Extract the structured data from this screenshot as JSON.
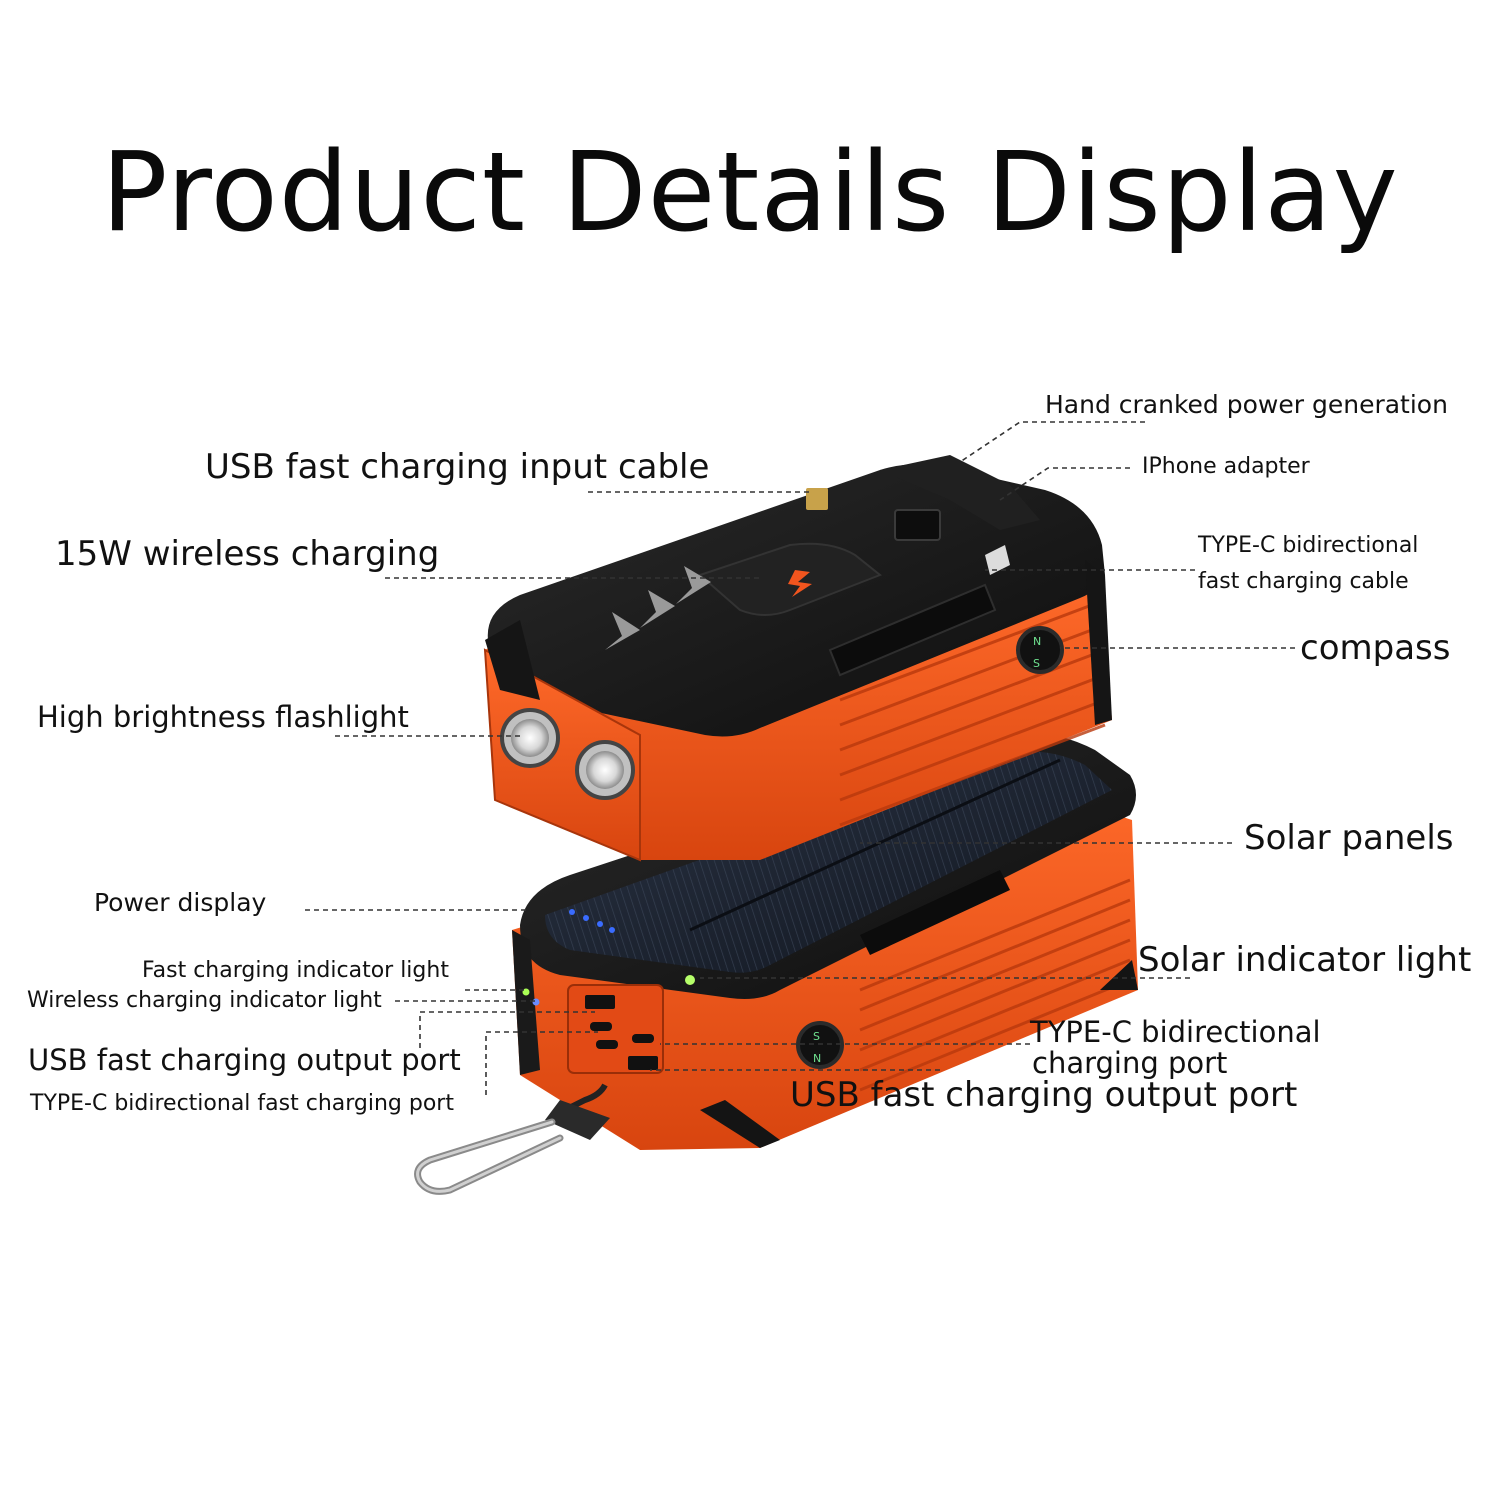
{
  "title": "Product Details Display",
  "labels": {
    "hand_cranked": "Hand cranked power generation",
    "usb_input_cable": "USB fast charging input cable",
    "iphone_adapter": "IPhone adapter",
    "wireless_15w": "15W wireless charging",
    "typec_cable_line1": "TYPE-C bidirectional",
    "typec_cable_line2": "fast charging cable",
    "compass": "compass",
    "flashlight": "High brightness flashlight",
    "solar_panels": "Solar panels",
    "power_display": "Power display",
    "solar_indicator": "Solar indicator light",
    "fast_charging_indicator": "Fast charging indicator light",
    "wireless_indicator": "Wireless charging indicator light",
    "typec_port_line1": "TYPE-C bidirectional",
    "typec_port_line2": "charging port",
    "usb_output_left": "USB fast charging output port",
    "usb_output_right": "USB fast charging output port",
    "typec_fast_port": "TYPE-C bidirectional fast charging port"
  },
  "colors": {
    "orange": "#f2551e",
    "orange_dark": "#c63e10",
    "black_shell": "#1a1a1a",
    "solar_blue": "#1c2330",
    "led_blue": "#3a6cff"
  }
}
